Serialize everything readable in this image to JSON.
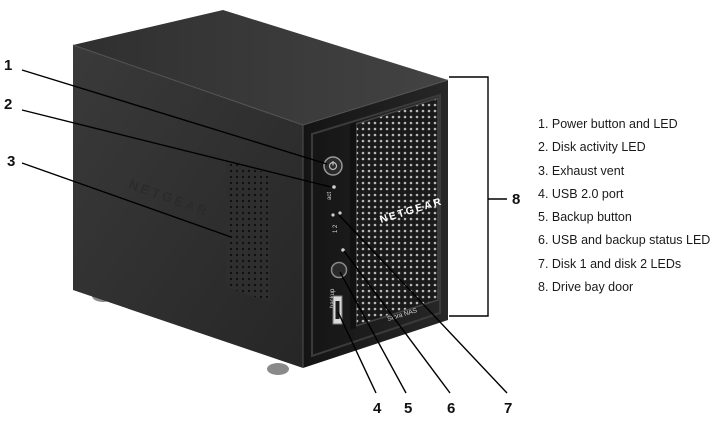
{
  "device": {
    "brand_side": "NETGEAR",
    "brand_front": "NETGEAR",
    "model": "Stora NAS",
    "label_act": "act",
    "label_disk": "1 2",
    "label_backup": "backup"
  },
  "callouts": [
    "1",
    "2",
    "3",
    "4",
    "5",
    "6",
    "7",
    "8"
  ],
  "legend": [
    "1. Power button and LED",
    "2. Disk activity LED",
    "3. Exhaust vent",
    "4. USB 2.0 port",
    "5. Backup button",
    "6. USB and backup status LED",
    "7. Disk 1 and disk 2 LEDs",
    "8. Drive bay door"
  ],
  "colors": {
    "body_front": "#1d1d1d",
    "body_side": "#2e2e2e",
    "body_top": "#3a3a3a",
    "leader": "#000000"
  }
}
